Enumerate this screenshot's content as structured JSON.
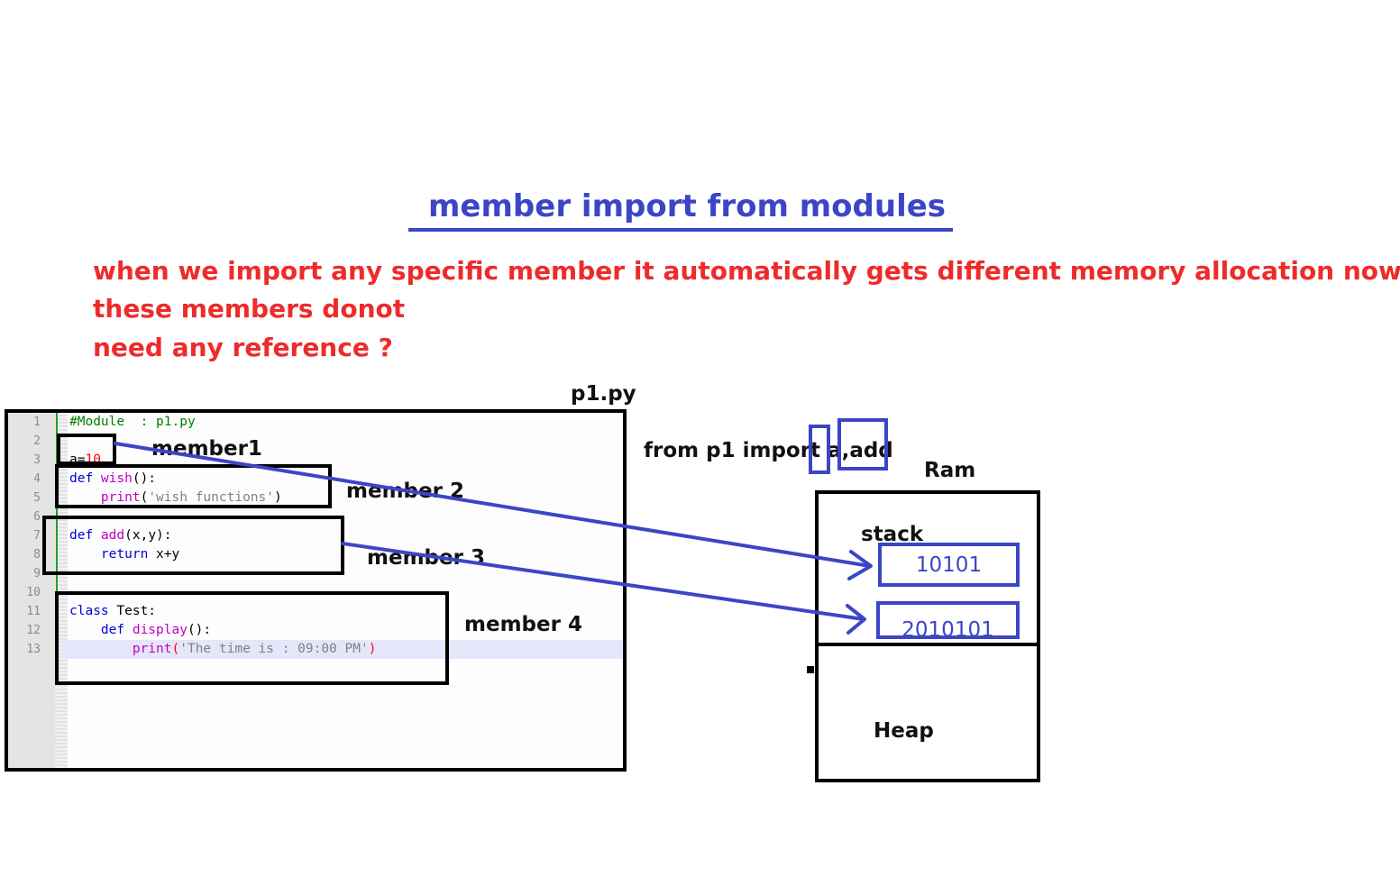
{
  "title": "member import from modules",
  "note": {
    "line1": "when we import any specific member it automatically gets different memory allocation now,",
    "line2": "these members donot",
    "line3": "need any reference ?"
  },
  "file_label": "p1.py",
  "code_lines": [
    {
      "n": "1",
      "parts": [
        {
          "c": "cm",
          "t": "#Module  : p1.py"
        }
      ]
    },
    {
      "n": "2",
      "parts": []
    },
    {
      "n": "3",
      "parts": [
        {
          "c": "pl",
          "t": "a="
        },
        {
          "c": "num",
          "t": "10"
        }
      ]
    },
    {
      "n": "4",
      "parts": [
        {
          "c": "kw",
          "t": "def "
        },
        {
          "c": "fn",
          "t": "wish"
        },
        {
          "c": "pl",
          "t": "():"
        }
      ]
    },
    {
      "n": "5",
      "parts": [
        {
          "c": "pl",
          "t": "    "
        },
        {
          "c": "fn",
          "t": "print"
        },
        {
          "c": "pl",
          "t": "("
        },
        {
          "c": "str",
          "t": "'wish functions'"
        },
        {
          "c": "pl",
          "t": ")"
        }
      ]
    },
    {
      "n": "6",
      "parts": []
    },
    {
      "n": "7",
      "parts": [
        {
          "c": "kw",
          "t": "def "
        },
        {
          "c": "fn",
          "t": "add"
        },
        {
          "c": "pl",
          "t": "(x,y):"
        }
      ]
    },
    {
      "n": "8",
      "parts": [
        {
          "c": "pl",
          "t": "    "
        },
        {
          "c": "kw",
          "t": "return"
        },
        {
          "c": "pl",
          "t": " x+y"
        }
      ]
    },
    {
      "n": "9",
      "parts": []
    },
    {
      "n": "10",
      "parts": []
    },
    {
      "n": "11",
      "parts": [
        {
          "c": "kw",
          "t": "class"
        },
        {
          "c": "pl",
          "t": " Test:"
        }
      ]
    },
    {
      "n": "12",
      "parts": [
        {
          "c": "pl",
          "t": "    "
        },
        {
          "c": "kw",
          "t": "def "
        },
        {
          "c": "fn",
          "t": "display"
        },
        {
          "c": "pl",
          "t": "():"
        }
      ]
    },
    {
      "n": "13",
      "parts": [
        {
          "c": "pl",
          "t": "        "
        },
        {
          "c": "fn",
          "t": "print"
        },
        {
          "c": "num",
          "t": "("
        },
        {
          "c": "str",
          "t": "'The time is : 09:00 PM'"
        },
        {
          "c": "num",
          "t": ")"
        }
      ]
    }
  ],
  "members": {
    "m1": "member1",
    "m2": "member 2",
    "m3": "member 3",
    "m4": "member 4"
  },
  "import_statement": "from p1 import a,add",
  "ram": {
    "label": "Ram",
    "stack_label": "stack",
    "heap_label": "Heap",
    "values": [
      "10101",
      "2010101"
    ]
  },
  "colors": {
    "accent": "#3b46c6",
    "note": "#ee2b2b",
    "highlight": "#e6e6fa"
  }
}
